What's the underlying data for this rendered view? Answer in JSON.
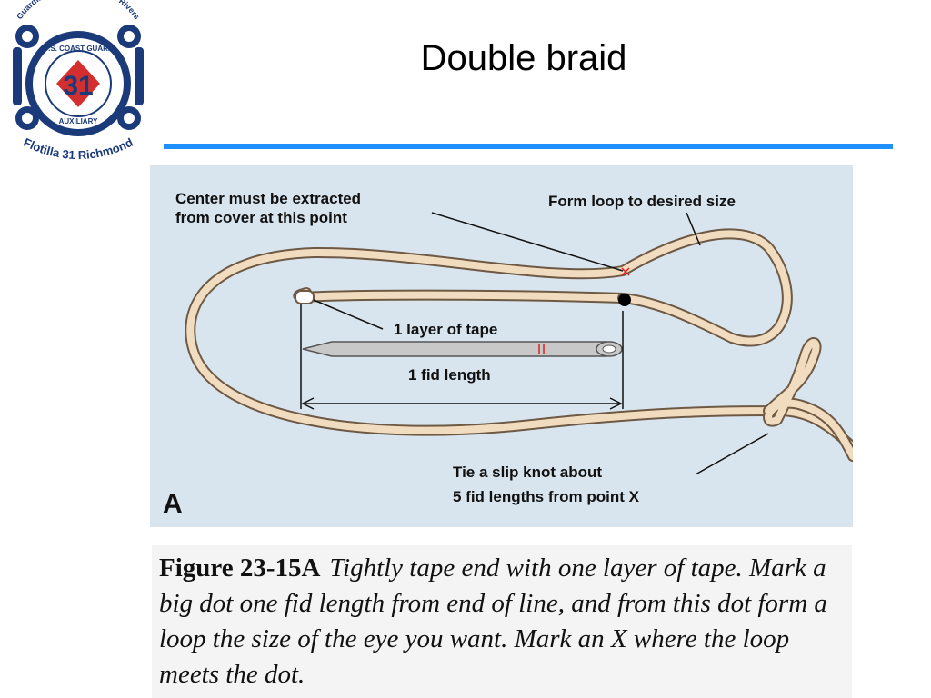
{
  "slide": {
    "title": "Double braid"
  },
  "logo": {
    "top_arc_text": "Guardians of our Lakes and Rivers",
    "bottom_arc_text": "Flotilla 31 Richmond",
    "seal_top_text": "U.S. COAST GUARD",
    "seal_bottom_text": "AUXILIARY",
    "flotilla_number": "31"
  },
  "figure": {
    "callout_center": [
      "Center must be extracted",
      "from cover at this point"
    ],
    "callout_loop": "Form loop to desired size",
    "callout_tape": "1 layer of tape",
    "callout_fid": "1 fid length",
    "callout_knot": [
      "Tie a slip knot about",
      "5 fid lengths from point X"
    ],
    "panel_letter": "A"
  },
  "caption": {
    "figure_number": "Figure 23-15A",
    "text": "Tightly tape end with one layer of tape. Mark a big dot one fid length from end of line, and from this dot form a loop the size of the eye you want. Mark an X where the loop meets the dot."
  },
  "colors": {
    "title_rule": "#1e90ff",
    "figure_bg": "#d8e4ee",
    "rope": "#f2dcc0",
    "rope_outline": "#6e5a44",
    "mark_red": "#e02020",
    "logo_navy": "#1b3a7a"
  }
}
